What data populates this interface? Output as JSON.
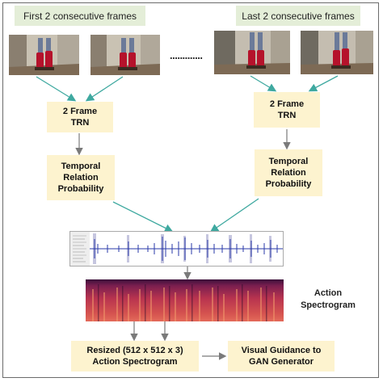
{
  "labels": {
    "first_frames": "First 2 consecutive frames",
    "last_frames": "Last 2 consecutive frames",
    "dots": "............."
  },
  "boxes": {
    "trn_left": [
      "2 Frame",
      "TRN"
    ],
    "trn_right": [
      "2 Frame",
      "TRN"
    ],
    "trp_left": [
      "Temporal",
      "Relation",
      "Probability"
    ],
    "trp_right": [
      "Temporal",
      "Relation",
      "Probability"
    ],
    "resized": [
      "Resized (512 x 512 x 3)",
      "Action Spectrogram"
    ],
    "guidance": [
      "Visual Guidance to",
      "GAN Generator"
    ]
  },
  "captions": {
    "spectrogram": [
      "Action",
      "Spectrogram"
    ]
  },
  "colors": {
    "label_bg": "#e4eed8",
    "box_bg": "#fdf3cf",
    "arrow_teal": "#3fa9a0",
    "arrow_gray": "#7a7a7a",
    "waveform": "#2a3aa8",
    "spectrogram_dark": "#3a0f3a",
    "spectrogram_hot": "#e36a5a"
  }
}
